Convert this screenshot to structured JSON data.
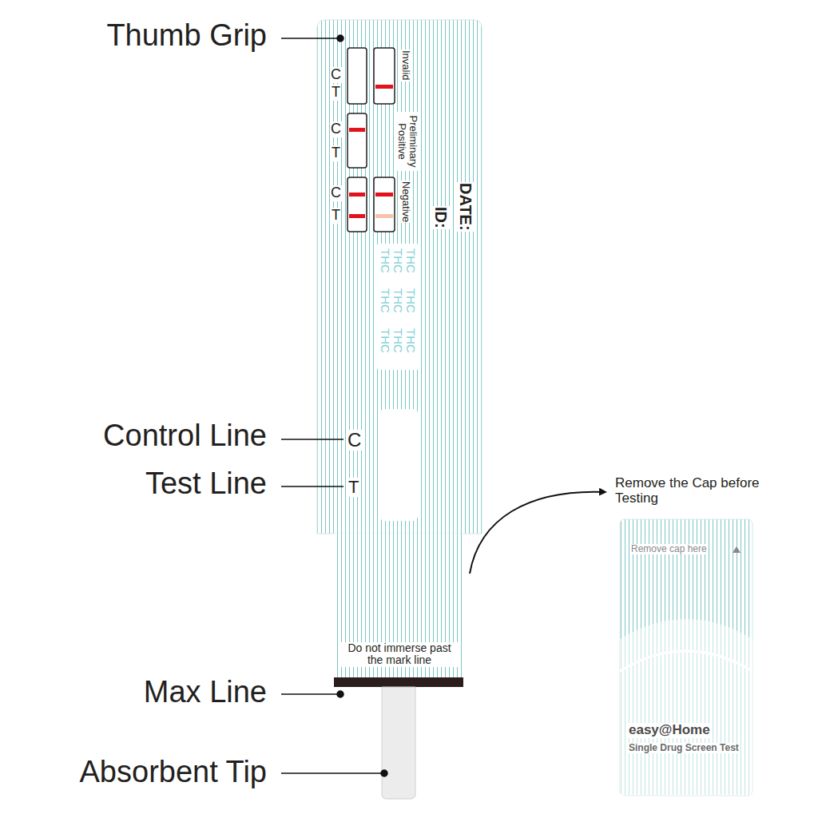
{
  "diagram": {
    "labels": [
      "Thumb Grip",
      "C",
      "T",
      "Invalid",
      "C",
      "T",
      "Preliminary Positive",
      "C",
      "T",
      "Negative",
      "ID:",
      "DATE:",
      "THC",
      "THC",
      "THC",
      "THC",
      "THC",
      "THC",
      "THC",
      "THC",
      "THC",
      "Control Line",
      "C",
      "Test Line",
      "T",
      "Remove the Cap before Testing",
      "Remove cap here",
      "Do not immerse past the mark line",
      "Max Line",
      "easy@Home",
      "Single Drug Screen Test",
      "Absorbent Tip"
    ]
  }
}
